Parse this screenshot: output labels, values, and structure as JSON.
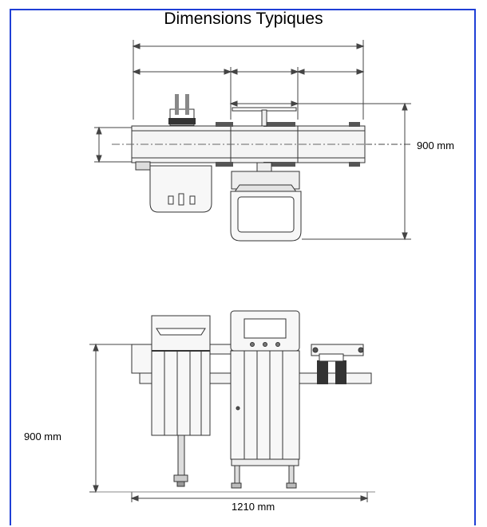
{
  "title": "Dimensions Typiques",
  "dimensions": {
    "top_view_depth": "900 mm",
    "front_view_height": "900 mm",
    "front_view_width": "1210 mm"
  },
  "colors": {
    "border": "#1f3fd6",
    "line": "#333333",
    "fill_light": "#f7f7f7",
    "fill_mid": "#e9e9e9"
  }
}
